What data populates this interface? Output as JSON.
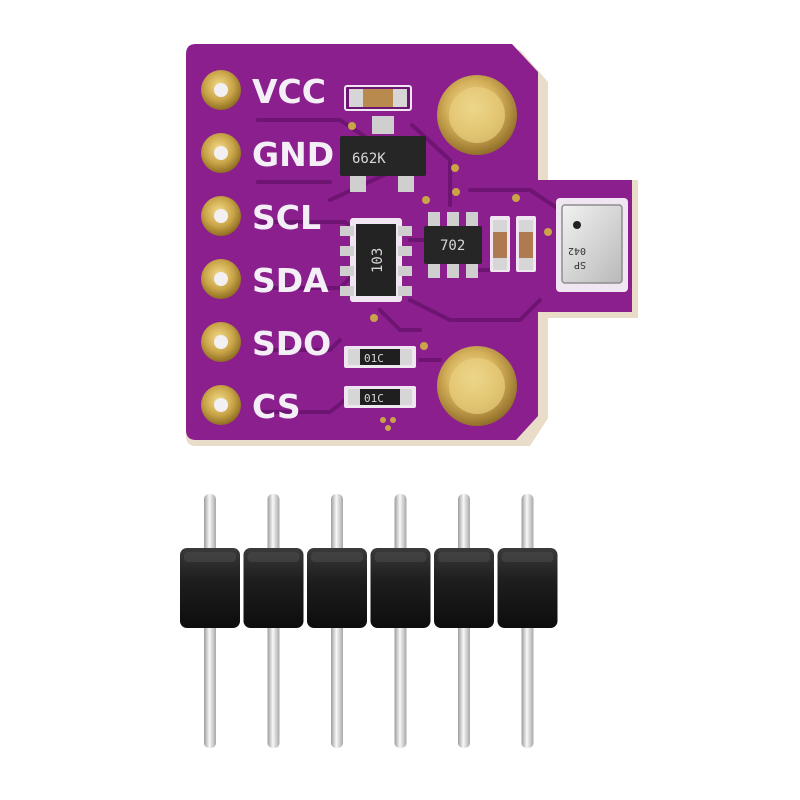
{
  "pin_labels": [
    "VCC",
    "GND",
    "SCL",
    "SDA",
    "SDO",
    "CS"
  ],
  "chip_markings": {
    "regulator": "662K",
    "resistor_array": "103",
    "mosfet": "702",
    "resistor_1": "01C",
    "resistor_2": "01C",
    "sensor_top": "042",
    "sensor_bottom": "SP"
  },
  "header_pin_count": 6,
  "colors": {
    "board": "#8b1f8e",
    "board_edge": "#6e1472",
    "gold": "#c9a448",
    "plastic": "#1c1c1c",
    "pin_metal": "#e2e2e2"
  }
}
